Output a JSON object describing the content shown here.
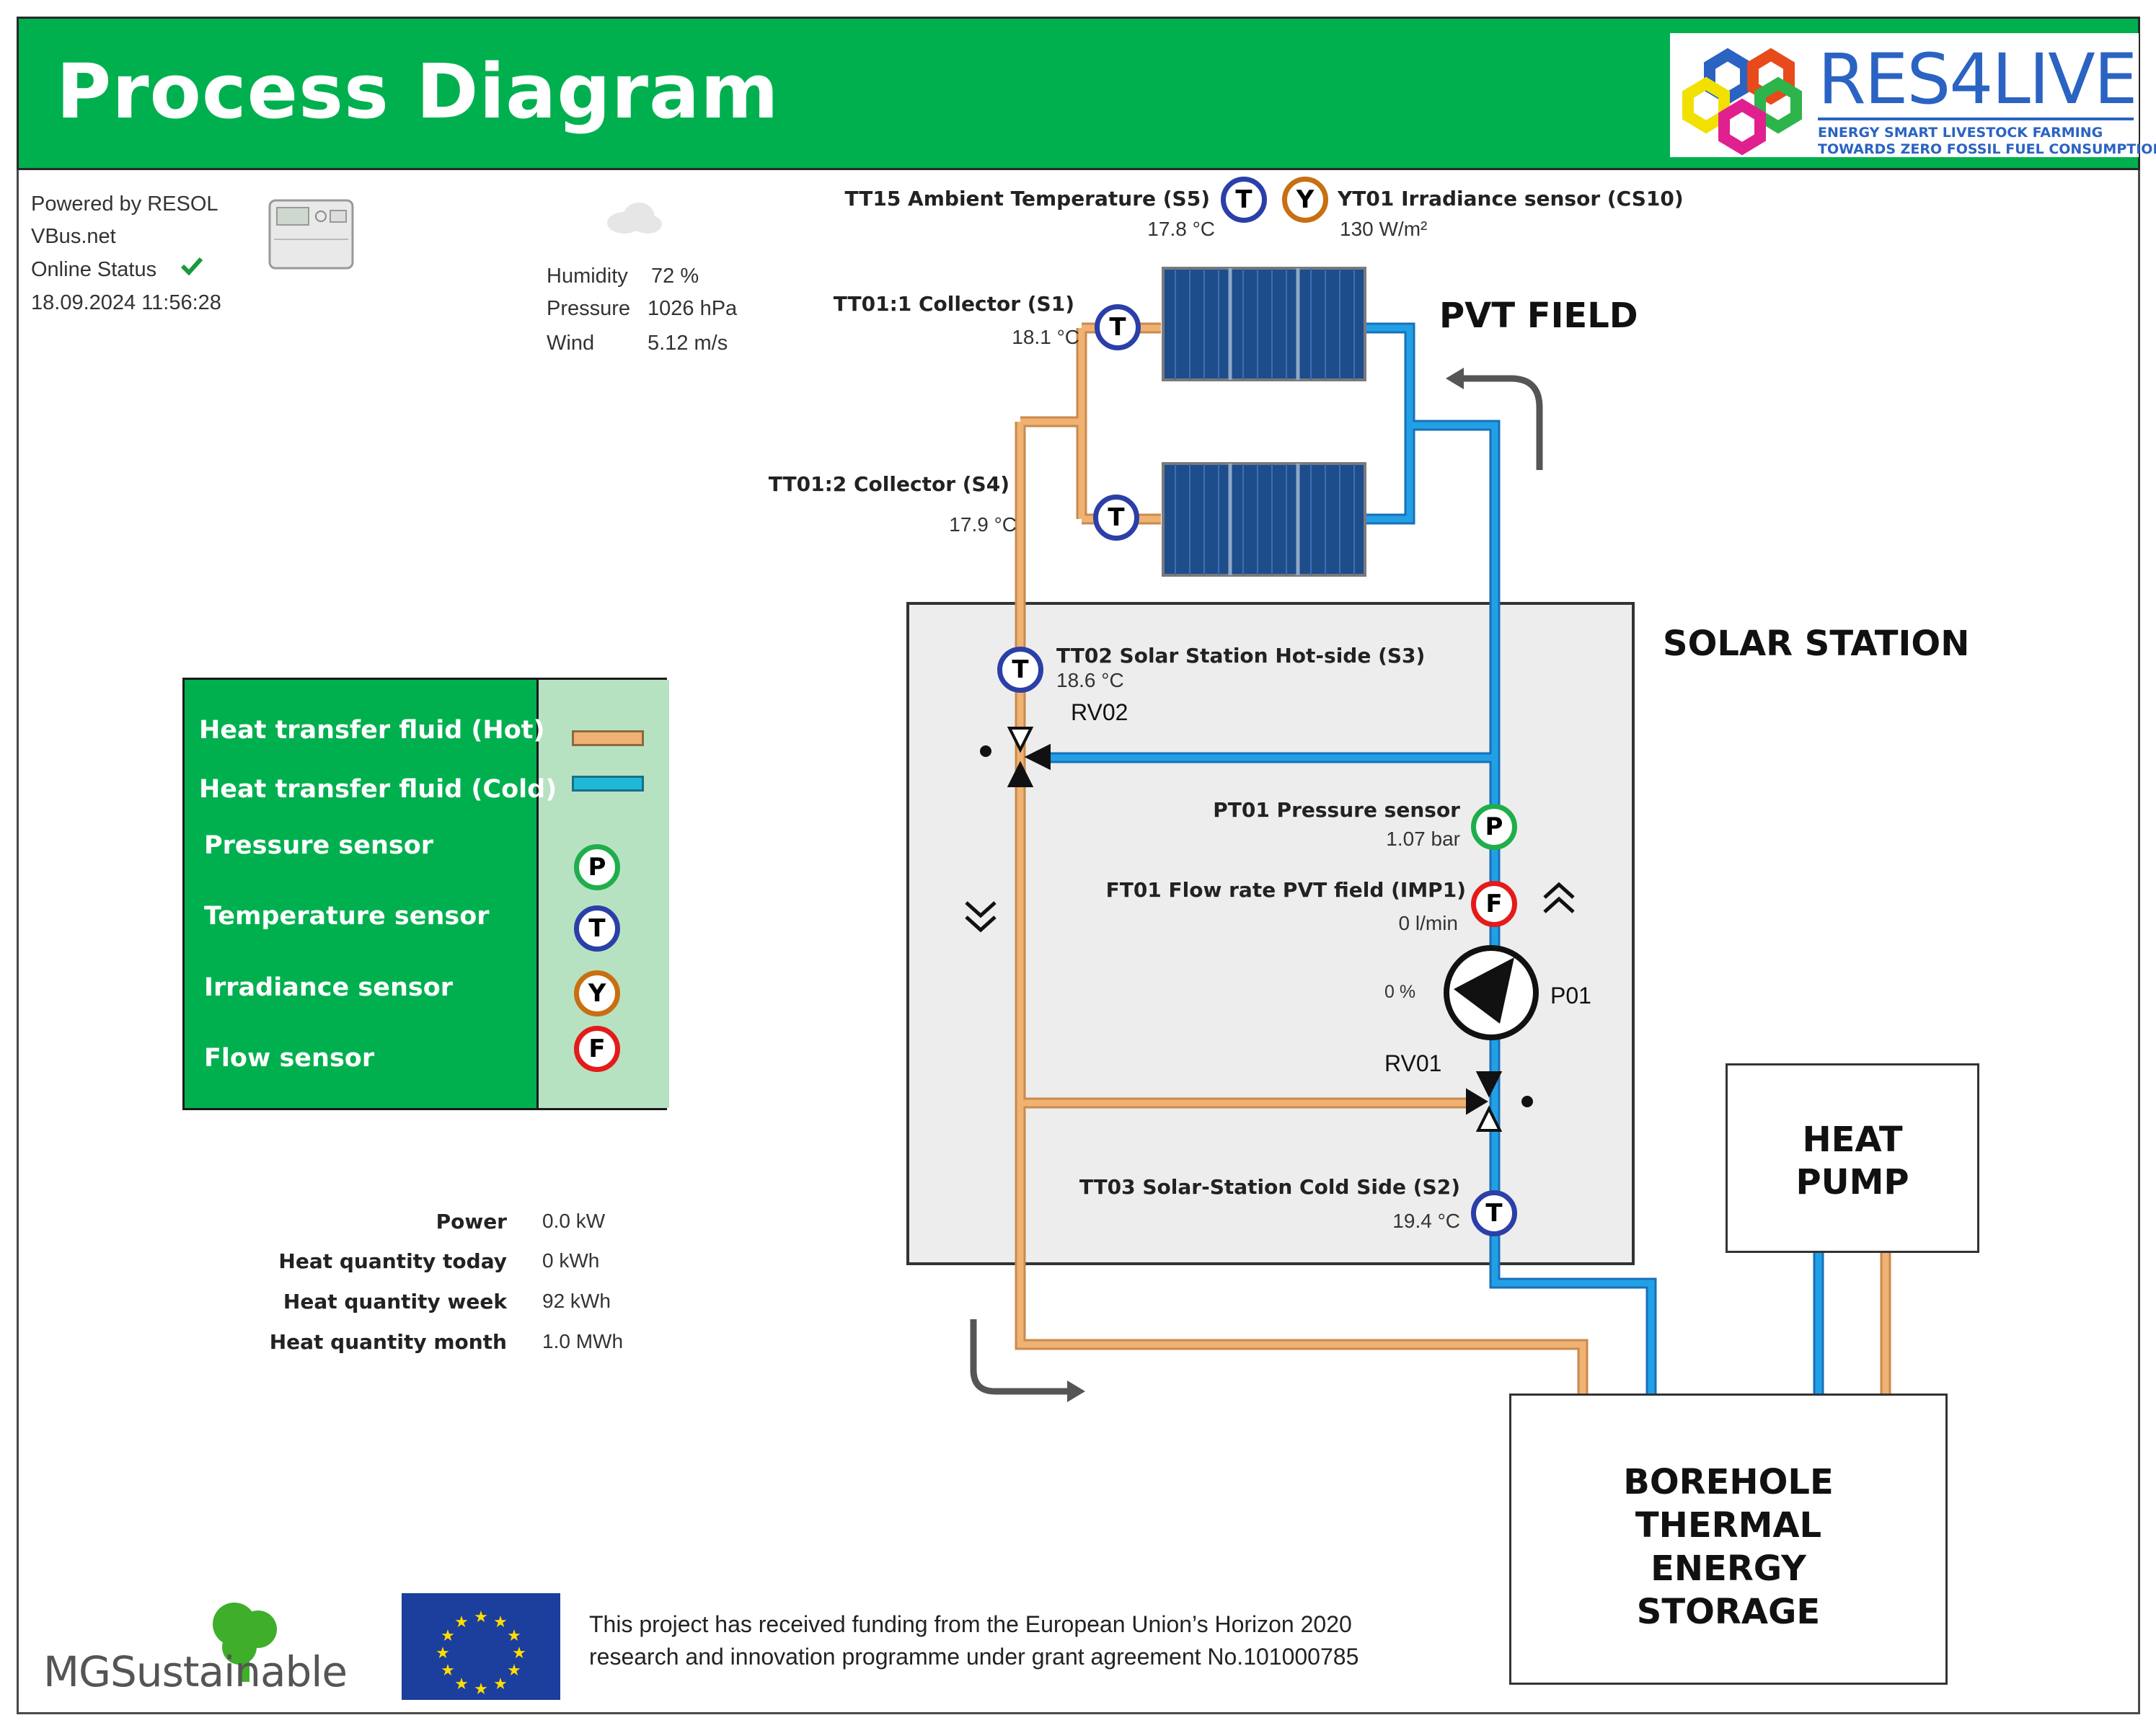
{
  "header": {
    "title": "Process Diagram",
    "logo_name": "RES4LIVE",
    "logo_tagline_1": "ENERGY SMART LIVESTOCK FARMING",
    "logo_tagline_2": "TOWARDS ZERO FOSSIL FUEL CONSUMPTION"
  },
  "status": {
    "powered_by": "Powered by RESOL",
    "service": "VBus.net",
    "online_label": "Online Status",
    "timestamp": "18.09.2024 11:56:28"
  },
  "weather": {
    "humidity_label": "Humidity",
    "humidity_value": "72 %",
    "pressure_label": "Pressure",
    "pressure_value": "1026 hPa",
    "wind_label": "Wind",
    "wind_value": "5.12 m/s"
  },
  "sensors": {
    "tt15_label": "TT15 Ambient Temperature (S5)",
    "tt15_value": "17.8 °C",
    "yt01_label": "YT01 Irradiance sensor (CS10)",
    "yt01_value": "130 W/m²",
    "tt01_1_label": "TT01:1 Collector (S1)",
    "tt01_1_value": "18.1 °C",
    "tt01_2_label": "TT01:2 Collector (S4)",
    "tt01_2_value": "17.9 °C",
    "tt02_label": "TT02 Solar Station Hot-side (S3)",
    "tt02_value": "18.6 °C",
    "pt01_label": "PT01 Pressure sensor",
    "pt01_value": "1.07 bar",
    "ft01_label": "FT01 Flow rate PVT field (IMP1)",
    "ft01_value": "0 l/min",
    "tt03_label": "TT03 Solar-Station Cold Side (S2)",
    "tt03_value": "19.4 °C",
    "pump_speed": "0 %",
    "letter_t": "T",
    "letter_p": "P",
    "letter_f": "F",
    "letter_y": "Y"
  },
  "components": {
    "pvt_field": "PVT FIELD",
    "solar_station": "SOLAR STATION",
    "rv02": "RV02",
    "rv01": "RV01",
    "p01": "P01",
    "heat_pump_1": "HEAT",
    "heat_pump_2": "PUMP",
    "btes_1": "BOREHOLE",
    "btes_2": "THERMAL",
    "btes_3": "ENERGY",
    "btes_4": "STORAGE"
  },
  "legend": {
    "hot": "Heat transfer fluid (Hot)",
    "cold": "Heat transfer fluid (Cold)",
    "pressure": "Pressure sensor",
    "temperature": "Temperature sensor",
    "irradiance": "Irradiance sensor",
    "flow": "Flow sensor",
    "hot_color": "#f0b272",
    "cold_color": "#21b8d8"
  },
  "energy": {
    "power_label": "Power",
    "power_value": "0.0 kW",
    "today_label": "Heat quantity today",
    "today_value": "0 kWh",
    "week_label": "Heat quantity week",
    "week_value": "92 kWh",
    "month_label": "Heat quantity month",
    "month_value": "1.0 MWh"
  },
  "footer": {
    "mg_logo": "MGSustainable",
    "funding_line_1": "This project has received funding from the European Union’s Horizon 2020",
    "funding_line_2": "research and innovation programme under grant agreement No.101000785"
  },
  "colors": {
    "header_green": "#00b04f",
    "hot_pipe": "#f0b272",
    "cold_pipe": "#1f8fd8",
    "temp_sensor": "#2b3fa8",
    "pressure_sensor": "#1fae4b",
    "flow_sensor": "#e31b1b",
    "irradiance_sensor": "#c86f12"
  }
}
